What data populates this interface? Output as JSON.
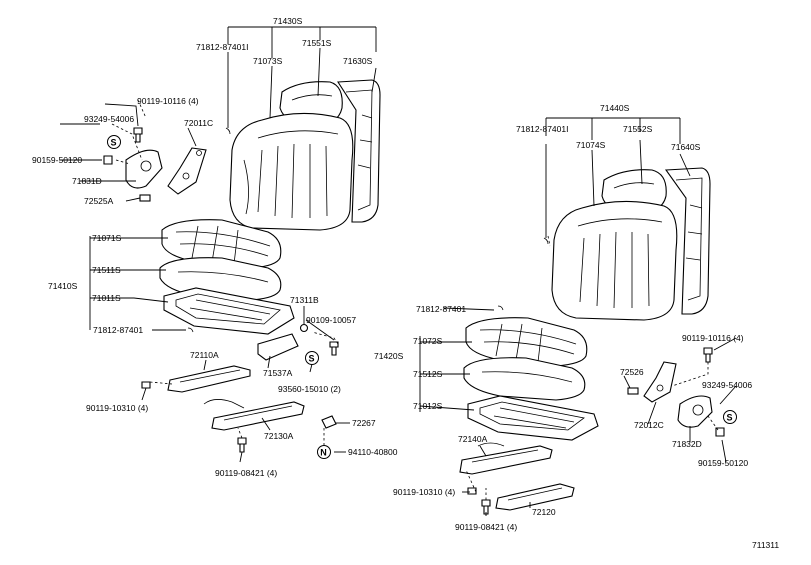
{
  "diagram_number": "711311",
  "callouts": {
    "c71430": "71430S",
    "c71812_a": "71812-87401I",
    "c71073": "71073S",
    "c71551": "71551S",
    "c71630": "71630S",
    "c90119_10116_a": "90119-10116 (4)",
    "c93249_a": "93249-54006",
    "c72011": "72011C",
    "c90159_a": "90159-50120",
    "c71831": "71831D",
    "c72525": "72525A",
    "c71071": "71071S",
    "c71511": "71511S",
    "c71410": "71410S",
    "c71011": "71011S",
    "c71812_b": "71812-87401",
    "c71311": "71311B",
    "c90109": "90109-10057",
    "c72110": "72110A",
    "c71537": "71537A",
    "c93560": "93560-15010 (2)",
    "c90119_10310_a": "90119-10310 (4)",
    "c72130": "72130A",
    "c72267": "72267",
    "c90119_08421_a": "90119-08421 (4)",
    "c94110": "94110-40800",
    "c71440": "71440S",
    "c71812_c": "71812-87401I",
    "c71074": "71074S",
    "c71552": "71552S",
    "c71640": "71640S",
    "c71812_d": "71812-87401",
    "c71420": "71420S",
    "c71072": "71072S",
    "c71512": "71512S",
    "c71012": "71012S",
    "c90119_10116_b": "90119-10116 (4)",
    "c72526": "72526",
    "c93249_b": "93249-54006",
    "c72012": "72012C",
    "c71832": "71832D",
    "c90159_b": "90159-50120",
    "c72140": "72140A",
    "c90119_10310_b": "90119-10310 (4)",
    "c72120": "72120",
    "c90119_08421_b": "90119-08421 (4)"
  },
  "symbols": {
    "s_letter": "S",
    "n_letter": "N"
  }
}
